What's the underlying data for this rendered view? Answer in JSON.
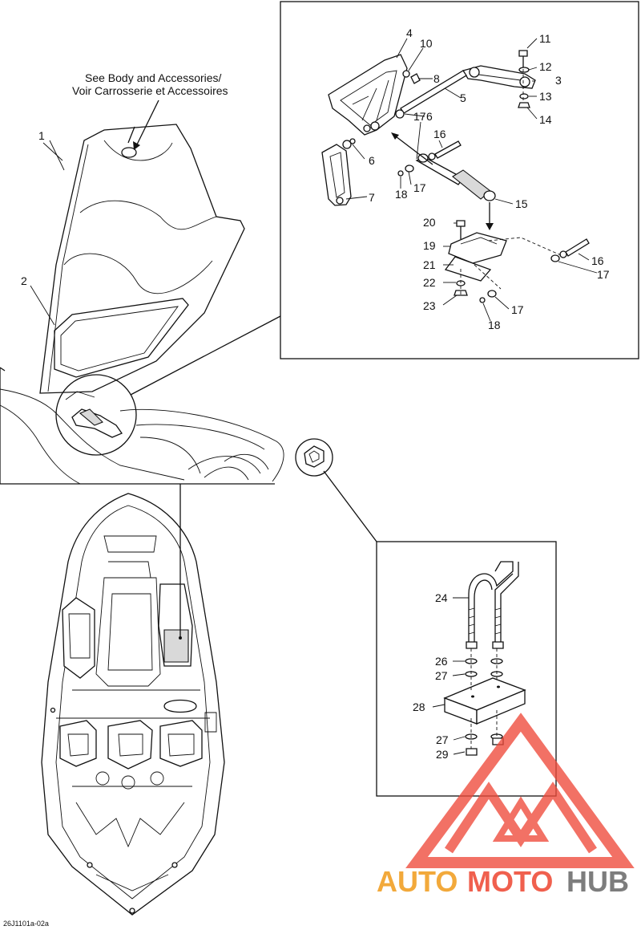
{
  "note": {
    "line1": "See Body and Accessories/",
    "line2": "Voir Carrosserie et Accessoires"
  },
  "callouts": {
    "c1": "1",
    "c2": "2",
    "c3": "3",
    "c4": "4",
    "c5": "5",
    "c6a": "6",
    "c6b": "6",
    "c7": "7",
    "c8": "8",
    "c10": "10",
    "c11": "11",
    "c12": "12",
    "c13": "13",
    "c14": "14",
    "c15": "15",
    "c16a": "16",
    "c16b": "16",
    "c17a": "17",
    "c17b": "17",
    "c17c": "17",
    "c17d": "17",
    "c18a": "18",
    "c18b": "18",
    "c19": "19",
    "c20": "20",
    "c21": "21",
    "c22": "22",
    "c23": "23",
    "c24": "24",
    "c26": "26",
    "c27a": "27",
    "c27b": "27",
    "c28": "28",
    "c29": "29"
  },
  "drawing_code": "26J1101a-02a",
  "watermark": {
    "part1": "AUTO",
    "part2": "MOTO",
    "part3": "HUB",
    "colors": {
      "auto": "#f2a93b",
      "moto": "#f0604e",
      "hub": "#7d7d7d",
      "logo": "#ef4a3a"
    }
  },
  "icons": [
    "storage-bin-cover",
    "cover-support-bracket",
    "gas-strut",
    "tie-down-bracket",
    "watercraft-hull"
  ]
}
